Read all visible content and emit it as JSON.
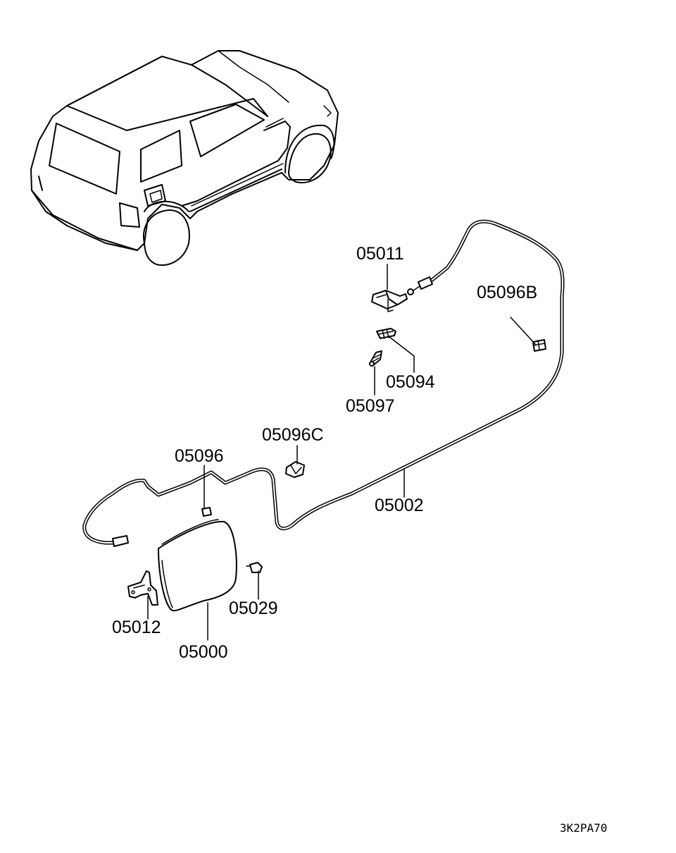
{
  "labels": {
    "p05011": "05011",
    "p05096B": "05096B",
    "p05094": "05094",
    "p05097": "05097",
    "p05096C": "05096C",
    "p05096": "05096",
    "p05002": "05002",
    "p05029": "05029",
    "p05012": "05012",
    "p05000": "05000"
  },
  "diagram_code": "3K2PA70"
}
